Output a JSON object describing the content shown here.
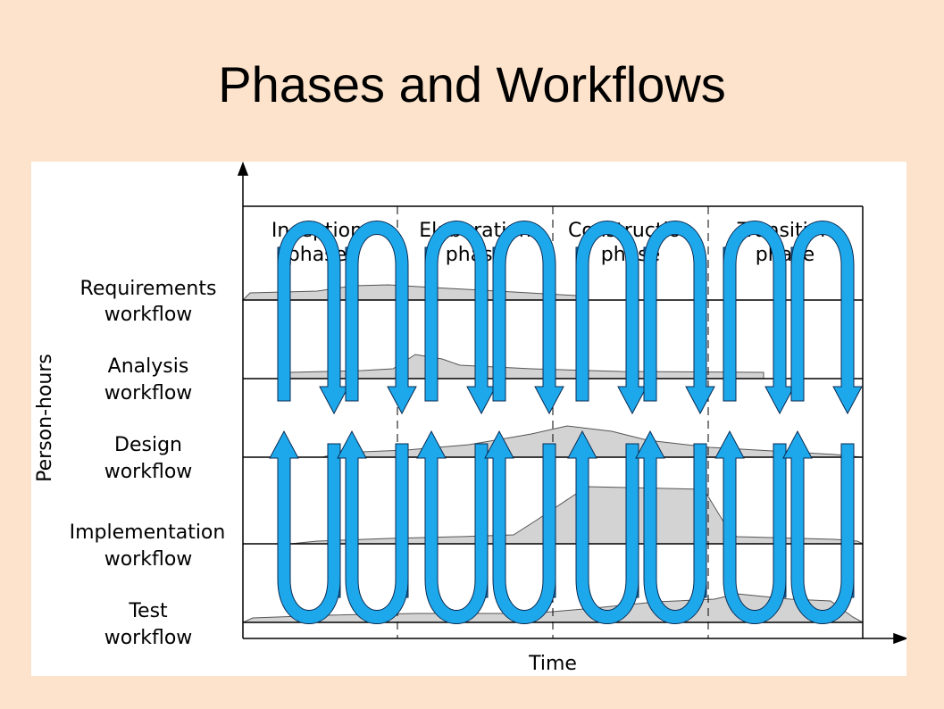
{
  "slide": {
    "title": "Phases and Workflows"
  },
  "diagram": {
    "y_axis_label": "Person-hours",
    "x_axis_label": "Time",
    "phases": [
      {
        "line1": "Inception",
        "line2": "phase"
      },
      {
        "line1": "Elaboration",
        "line2": "phase"
      },
      {
        "line1": "Construction",
        "line2": "phase"
      },
      {
        "line1": "Transition",
        "line2": "phase"
      }
    ],
    "workflows": [
      {
        "line1": "Requirements",
        "line2": "workflow"
      },
      {
        "line1": "Analysis",
        "line2": "workflow"
      },
      {
        "line1": "Design",
        "line2": "workflow"
      },
      {
        "line1": "Implementation",
        "line2": "workflow"
      },
      {
        "line1": "Test",
        "line2": "workflow"
      }
    ],
    "colors": {
      "background": "#FDE3CB",
      "panel": "#FFFFFF",
      "effort_fill": "#D3D3D3",
      "iteration_light": "#1EA8EC",
      "iteration_dark": "#0B7FC0"
    }
  }
}
